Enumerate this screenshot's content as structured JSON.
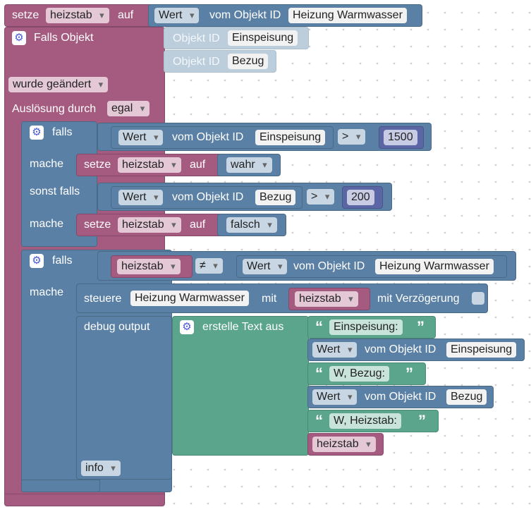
{
  "top": {
    "setze": "setze",
    "var": "heizstab",
    "auf": "auf",
    "wert": "Wert",
    "vom_obj": "vom Objekt ID",
    "obj": "Heizung Warmwasser"
  },
  "trigger": {
    "falls_objekt": "Falls Objekt",
    "obj_id_label": "Objekt ID",
    "obj1": "Einspeisung",
    "obj2": "Bezug",
    "wurde": "wurde geändert",
    "ausloesung": "Auslösung durch",
    "egal": "egal"
  },
  "if1": {
    "falls": "falls",
    "wert": "Wert",
    "vom_obj": "vom Objekt ID",
    "obj": "Einspeisung",
    "op": ">",
    "num": "1500",
    "mache": "mache",
    "setze": "setze",
    "var": "heizstab",
    "auf": "auf",
    "bool": "wahr",
    "sonst_falls": "sonst falls",
    "obj2": "Bezug",
    "num2": "200",
    "bool2": "falsch"
  },
  "if2": {
    "falls": "falls",
    "var": "heizstab",
    "op": "≠",
    "wert": "Wert",
    "vom_obj": "vom Objekt ID",
    "obj": "Heizung Warmwasser",
    "mache": "mache",
    "steuere": "steuere",
    "steuere_obj": "Heizung Warmwasser",
    "mit": "mit",
    "mit_verz": "mit Verzögerung",
    "debug": "debug output",
    "erstelle": "erstelle Text aus",
    "t1": "Einspeisung:",
    "t2": "W, Bezug:",
    "t3": "W, Heizstab:",
    "obj_a": "Einspeisung",
    "obj_b": "Bezug",
    "level": "info"
  },
  "quotes": {
    "open": "“",
    "close": "”"
  },
  "icons": {
    "gear": "gear-icon",
    "dropdown": "chevron-down-icon"
  },
  "colors": {
    "variables": "#a55b80",
    "values": "#5b80a5",
    "logic": "#5b67a5",
    "text": "#5ba58c",
    "shadow": "#bccddc"
  }
}
